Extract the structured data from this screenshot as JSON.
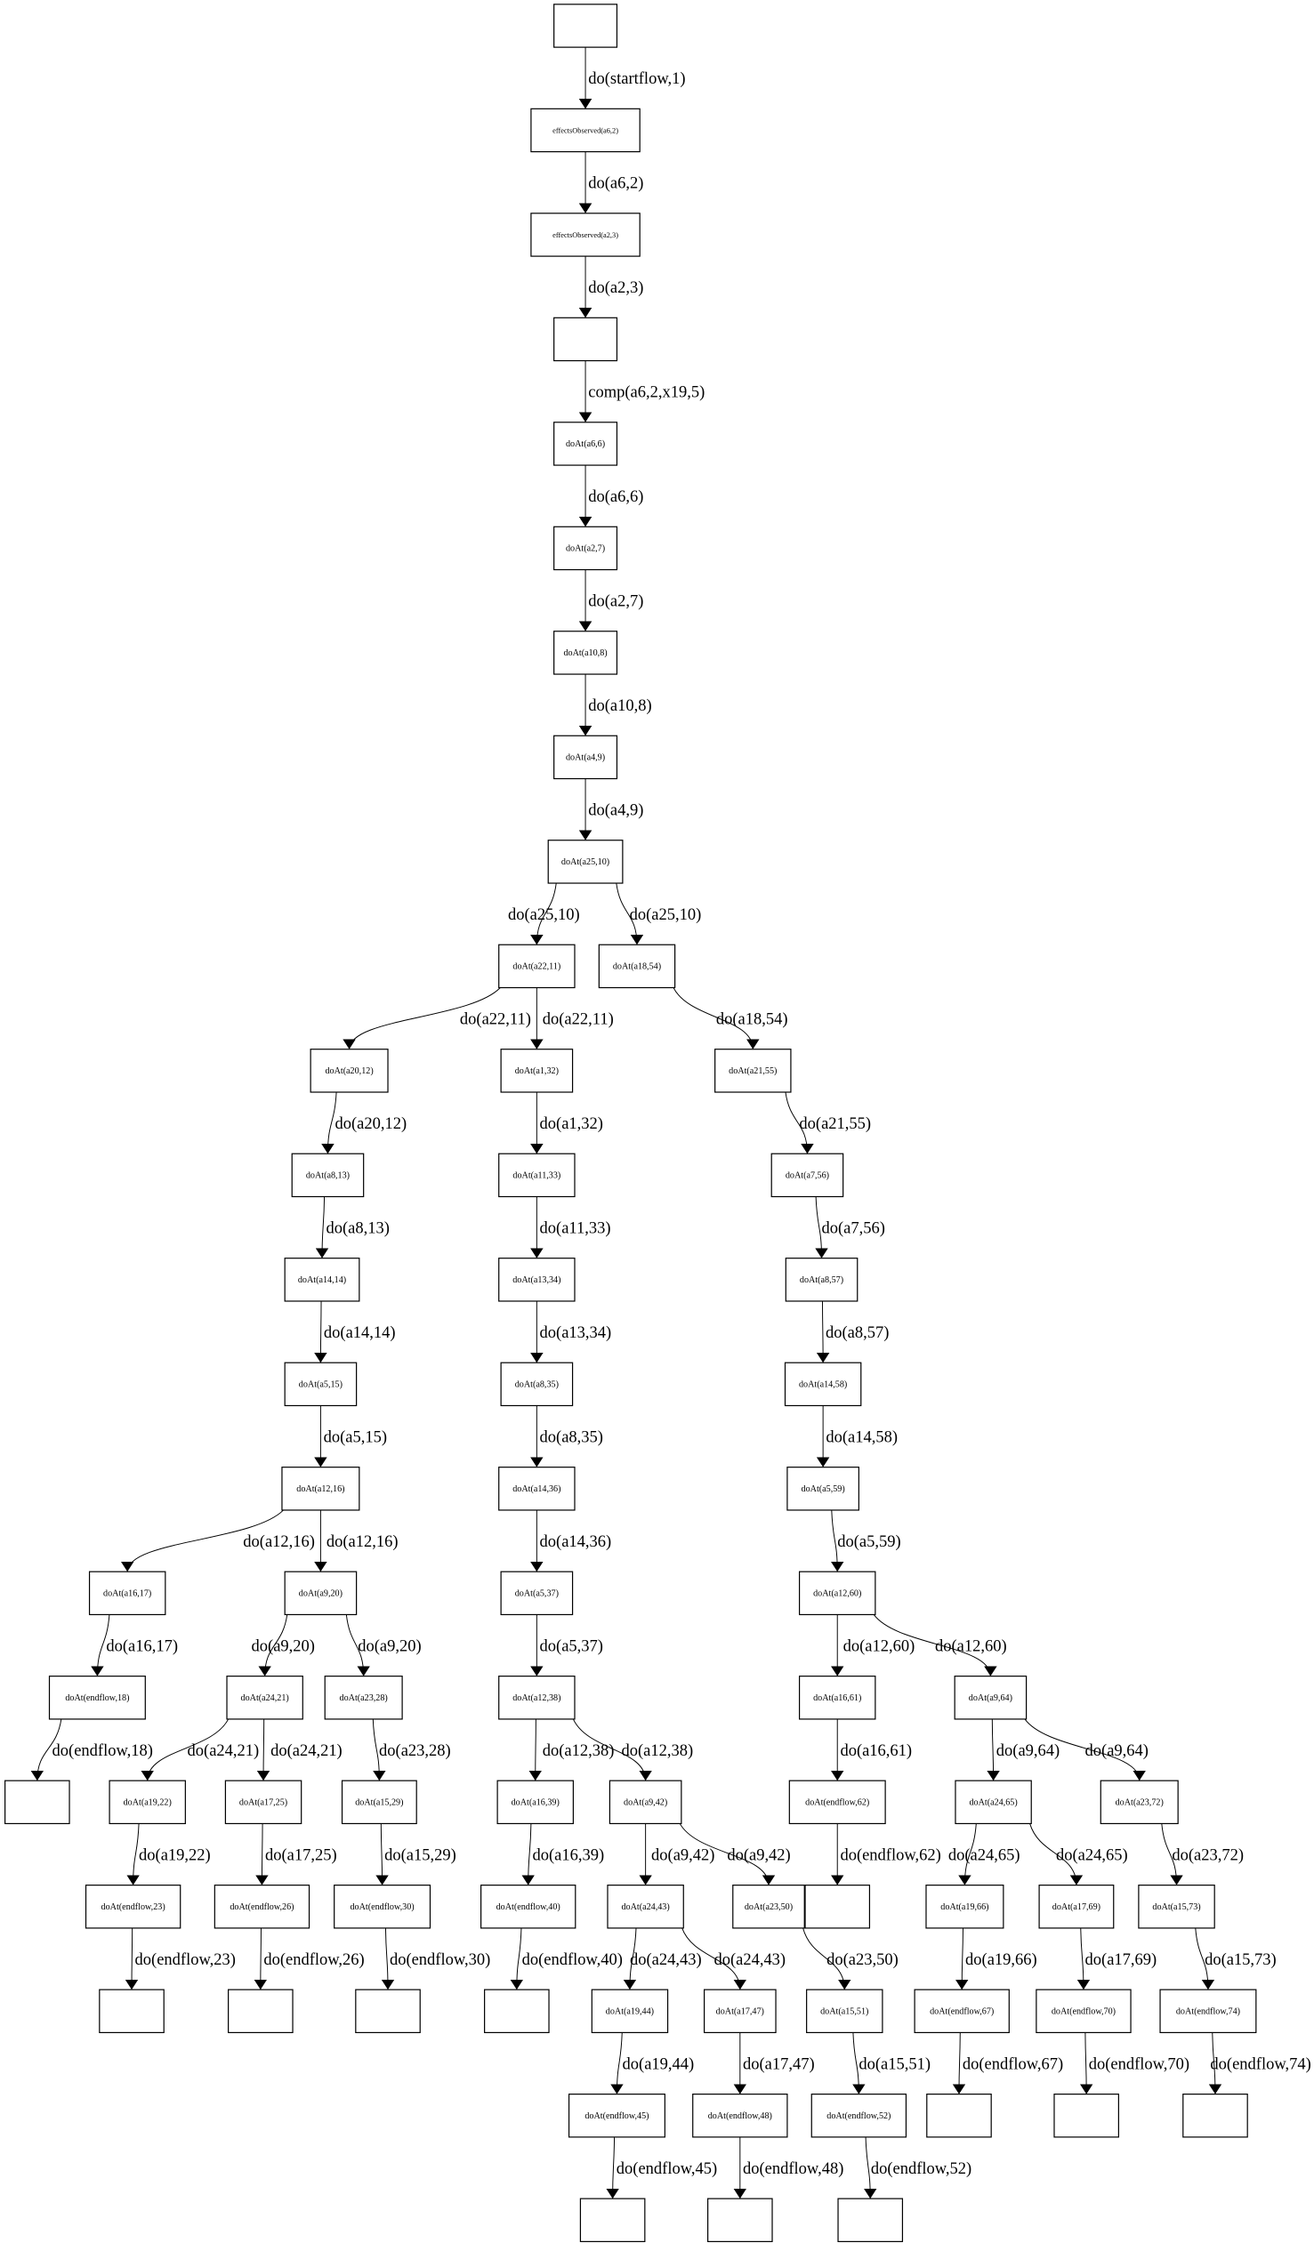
{
  "graph": {
    "nodes": [
      {
        "label": ""
      },
      {
        "label": "effectsObserved(a6,2)"
      },
      {
        "label": "effectsObserved(a2,3)"
      },
      {
        "label": ""
      },
      {
        "label": "doAt(a6,6)"
      },
      {
        "label": "doAt(a2,7)"
      },
      {
        "label": "doAt(a10,8)"
      },
      {
        "label": "doAt(a4,9)"
      },
      {
        "label": "doAt(a25,10)"
      },
      {
        "label": "doAt(a22,11)"
      },
      {
        "label": "doAt(a18,54)"
      },
      {
        "label": "doAt(a20,12)"
      },
      {
        "label": "doAt(a1,32)"
      },
      {
        "label": "doAt(a21,55)"
      },
      {
        "label": "doAt(a8,13)"
      },
      {
        "label": "doAt(a11,33)"
      },
      {
        "label": "doAt(a7,56)"
      },
      {
        "label": "doAt(a14,14)"
      },
      {
        "label": "doAt(a13,34)"
      },
      {
        "label": "doAt(a8,57)"
      },
      {
        "label": "doAt(a5,15)"
      },
      {
        "label": "doAt(a8,35)"
      },
      {
        "label": "doAt(a14,58)"
      },
      {
        "label": "doAt(a12,16)"
      },
      {
        "label": "doAt(a14,36)"
      },
      {
        "label": "doAt(a5,59)"
      },
      {
        "label": "doAt(a16,17)"
      },
      {
        "label": "doAt(a9,20)"
      },
      {
        "label": "doAt(a5,37)"
      },
      {
        "label": "doAt(a12,60)"
      },
      {
        "label": "doAt(endflow,18)"
      },
      {
        "label": "doAt(a24,21)"
      },
      {
        "label": "doAt(a23,28)"
      },
      {
        "label": "doAt(a12,38)"
      },
      {
        "label": "doAt(a16,61)"
      },
      {
        "label": "doAt(a9,64)"
      },
      {
        "label": ""
      },
      {
        "label": "doAt(a19,22)"
      },
      {
        "label": "doAt(a17,25)"
      },
      {
        "label": "doAt(a15,29)"
      },
      {
        "label": "doAt(a16,39)"
      },
      {
        "label": "doAt(a9,42)"
      },
      {
        "label": "doAt(endflow,62)"
      },
      {
        "label": "doAt(a24,65)"
      },
      {
        "label": "doAt(a23,72)"
      },
      {
        "label": "doAt(endflow,23)"
      },
      {
        "label": "doAt(endflow,26)"
      },
      {
        "label": "doAt(endflow,30)"
      },
      {
        "label": "doAt(endflow,40)"
      },
      {
        "label": "doAt(a24,43)"
      },
      {
        "label": "doAt(a23,50)"
      },
      {
        "label": ""
      },
      {
        "label": "doAt(a19,66)"
      },
      {
        "label": "doAt(a17,69)"
      },
      {
        "label": "doAt(a15,73)"
      },
      {
        "label": ""
      },
      {
        "label": ""
      },
      {
        "label": ""
      },
      {
        "label": ""
      },
      {
        "label": "doAt(a19,44)"
      },
      {
        "label": "doAt(a17,47)"
      },
      {
        "label": "doAt(a15,51)"
      },
      {
        "label": "doAt(endflow,67)"
      },
      {
        "label": "doAt(endflow,70)"
      },
      {
        "label": "doAt(endflow,74)"
      },
      {
        "label": "doAt(endflow,45)"
      },
      {
        "label": "doAt(endflow,48)"
      },
      {
        "label": "doAt(endflow,52)"
      },
      {
        "label": ""
      },
      {
        "label": ""
      },
      {
        "label": ""
      },
      {
        "label": ""
      },
      {
        "label": ""
      },
      {
        "label": ""
      }
    ],
    "edges": [
      {
        "from": 0,
        "to": 1,
        "label": "do(startflow,1)"
      },
      {
        "from": 1,
        "to": 2,
        "label": "do(a6,2)"
      },
      {
        "from": 2,
        "to": 3,
        "label": "do(a2,3)"
      },
      {
        "from": 3,
        "to": 4,
        "label": "comp(a6,2,x19,5)"
      },
      {
        "from": 4,
        "to": 5,
        "label": "do(a6,6)"
      },
      {
        "from": 5,
        "to": 6,
        "label": "do(a2,7)"
      },
      {
        "from": 6,
        "to": 7,
        "label": "do(a10,8)"
      },
      {
        "from": 7,
        "to": 8,
        "label": "do(a4,9)"
      },
      {
        "from": 8,
        "to": 9,
        "label": "do(a25,10)"
      },
      {
        "from": 8,
        "to": 10,
        "label": "do(a25,10)"
      },
      {
        "from": 9,
        "to": 11,
        "label": "do(a22,11)"
      },
      {
        "from": 9,
        "to": 12,
        "label": "do(a22,11)"
      },
      {
        "from": 10,
        "to": 13,
        "label": "do(a18,54)"
      },
      {
        "from": 11,
        "to": 14,
        "label": "do(a20,12)"
      },
      {
        "from": 12,
        "to": 15,
        "label": "do(a1,32)"
      },
      {
        "from": 13,
        "to": 16,
        "label": "do(a21,55)"
      },
      {
        "from": 14,
        "to": 17,
        "label": "do(a8,13)"
      },
      {
        "from": 15,
        "to": 18,
        "label": "do(a11,33)"
      },
      {
        "from": 16,
        "to": 19,
        "label": "do(a7,56)"
      },
      {
        "from": 17,
        "to": 20,
        "label": "do(a14,14)"
      },
      {
        "from": 18,
        "to": 21,
        "label": "do(a13,34)"
      },
      {
        "from": 19,
        "to": 22,
        "label": "do(a8,57)"
      },
      {
        "from": 20,
        "to": 23,
        "label": "do(a5,15)"
      },
      {
        "from": 21,
        "to": 24,
        "label": "do(a8,35)"
      },
      {
        "from": 22,
        "to": 25,
        "label": "do(a14,58)"
      },
      {
        "from": 23,
        "to": 26,
        "label": "do(a12,16)"
      },
      {
        "from": 23,
        "to": 27,
        "label": "do(a12,16)"
      },
      {
        "from": 24,
        "to": 28,
        "label": "do(a14,36)"
      },
      {
        "from": 25,
        "to": 29,
        "label": "do(a5,59)"
      },
      {
        "from": 26,
        "to": 30,
        "label": "do(a16,17)"
      },
      {
        "from": 27,
        "to": 31,
        "label": "do(a9,20)"
      },
      {
        "from": 27,
        "to": 32,
        "label": "do(a9,20)"
      },
      {
        "from": 28,
        "to": 33,
        "label": "do(a5,37)"
      },
      {
        "from": 29,
        "to": 34,
        "label": "do(a12,60)"
      },
      {
        "from": 29,
        "to": 35,
        "label": "do(a12,60)"
      },
      {
        "from": 30,
        "to": 36,
        "label": "do(endflow,18)"
      },
      {
        "from": 31,
        "to": 37,
        "label": "do(a24,21)"
      },
      {
        "from": 31,
        "to": 38,
        "label": "do(a24,21)"
      },
      {
        "from": 32,
        "to": 39,
        "label": "do(a23,28)"
      },
      {
        "from": 33,
        "to": 40,
        "label": "do(a12,38)"
      },
      {
        "from": 33,
        "to": 41,
        "label": "do(a12,38)"
      },
      {
        "from": 34,
        "to": 42,
        "label": "do(a16,61)"
      },
      {
        "from": 35,
        "to": 43,
        "label": "do(a9,64)"
      },
      {
        "from": 35,
        "to": 44,
        "label": "do(a9,64)"
      },
      {
        "from": 37,
        "to": 45,
        "label": "do(a19,22)"
      },
      {
        "from": 38,
        "to": 46,
        "label": "do(a17,25)"
      },
      {
        "from": 39,
        "to": 47,
        "label": "do(a15,29)"
      },
      {
        "from": 40,
        "to": 48,
        "label": "do(a16,39)"
      },
      {
        "from": 41,
        "to": 49,
        "label": "do(a9,42)"
      },
      {
        "from": 41,
        "to": 50,
        "label": "do(a9,42)"
      },
      {
        "from": 42,
        "to": 51,
        "label": "do(endflow,62)"
      },
      {
        "from": 43,
        "to": 52,
        "label": "do(a24,65)"
      },
      {
        "from": 43,
        "to": 53,
        "label": "do(a24,65)"
      },
      {
        "from": 44,
        "to": 54,
        "label": "do(a23,72)"
      },
      {
        "from": 45,
        "to": 55,
        "label": "do(endflow,23)"
      },
      {
        "from": 46,
        "to": 56,
        "label": "do(endflow,26)"
      },
      {
        "from": 47,
        "to": 57,
        "label": "do(endflow,30)"
      },
      {
        "from": 48,
        "to": 58,
        "label": "do(endflow,40)"
      },
      {
        "from": 49,
        "to": 59,
        "label": "do(a24,43)"
      },
      {
        "from": 49,
        "to": 60,
        "label": "do(a24,43)"
      },
      {
        "from": 50,
        "to": 61,
        "label": "do(a23,50)"
      },
      {
        "from": 52,
        "to": 62,
        "label": "do(a19,66)"
      },
      {
        "from": 53,
        "to": 63,
        "label": "do(a17,69)"
      },
      {
        "from": 54,
        "to": 64,
        "label": "do(a15,73)"
      },
      {
        "from": 59,
        "to": 65,
        "label": "do(a19,44)"
      },
      {
        "from": 60,
        "to": 66,
        "label": "do(a17,47)"
      },
      {
        "from": 61,
        "to": 67,
        "label": "do(a15,51)"
      },
      {
        "from": 62,
        "to": 68,
        "label": "do(endflow,67)"
      },
      {
        "from": 63,
        "to": 69,
        "label": "do(endflow,70)"
      },
      {
        "from": 64,
        "to": 70,
        "label": "do(endflow,74)"
      },
      {
        "from": 65,
        "to": 71,
        "label": "do(endflow,45)"
      },
      {
        "from": 66,
        "to": 72,
        "label": "do(endflow,48)"
      },
      {
        "from": 67,
        "to": 73,
        "label": "do(endflow,52)"
      }
    ]
  }
}
